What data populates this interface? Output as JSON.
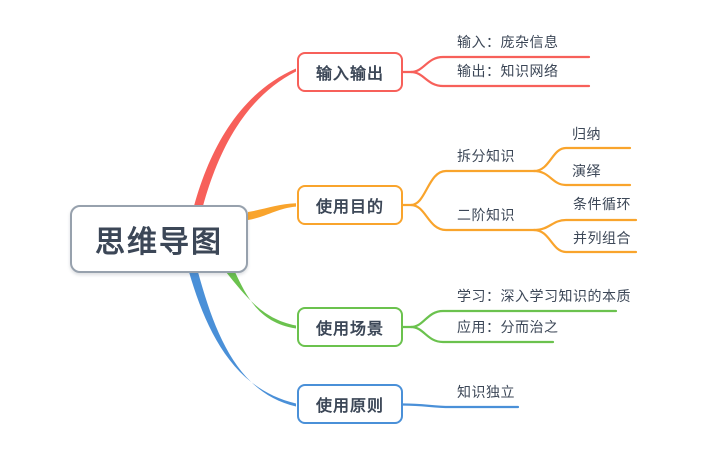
{
  "background": "#ffffff",
  "root": {
    "label": "思维导图",
    "border_color": "#97a1ad"
  },
  "text_color": "#3c4757",
  "branches": [
    {
      "label": "输入输出",
      "color": "#f7605a",
      "children": [
        {
          "label": "输入：庞杂信息"
        },
        {
          "label": "输出：知识网络"
        }
      ]
    },
    {
      "label": "使用目的",
      "color": "#f9a42c",
      "children": [
        {
          "label": "拆分知识",
          "children": [
            {
              "label": "归纳"
            },
            {
              "label": "演绎"
            }
          ]
        },
        {
          "label": "二阶知识",
          "children": [
            {
              "label": "条件循环"
            },
            {
              "label": "并列组合"
            }
          ]
        }
      ]
    },
    {
      "label": "使用场景",
      "color": "#6bc24e",
      "children": [
        {
          "label": "学习：深入学习知识的本质"
        },
        {
          "label": "应用：分而治之"
        }
      ]
    },
    {
      "label": "使用原则",
      "color": "#4a90d8",
      "children": [
        {
          "label": "知识独立"
        }
      ]
    }
  ]
}
